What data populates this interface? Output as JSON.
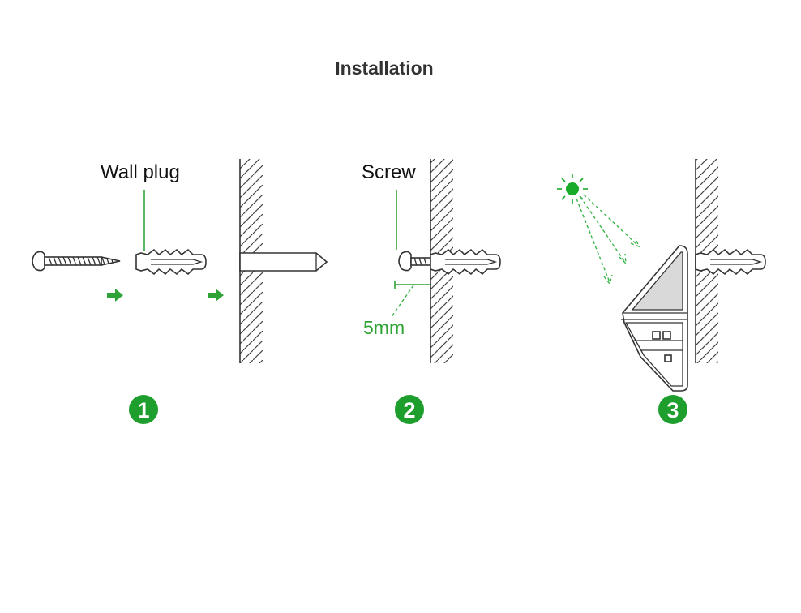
{
  "title": "Installation",
  "labels": {
    "wall_plug": "Wall plug",
    "screw": "Screw",
    "distance": "5mm"
  },
  "steps": [
    {
      "number": "1"
    },
    {
      "number": "2"
    },
    {
      "number": "3"
    }
  ],
  "colors": {
    "accent_green": "#1e9e2c",
    "arrow_green": "#2fa336",
    "sun_green": "#1aaa2a",
    "title_text": "#333333",
    "line_art": "#333333"
  },
  "icons": [
    "screw-icon",
    "wall-plug-icon",
    "wall-icon",
    "drill-hole-icon",
    "arrow-right-icon",
    "sun-icon",
    "solar-light-icon"
  ]
}
